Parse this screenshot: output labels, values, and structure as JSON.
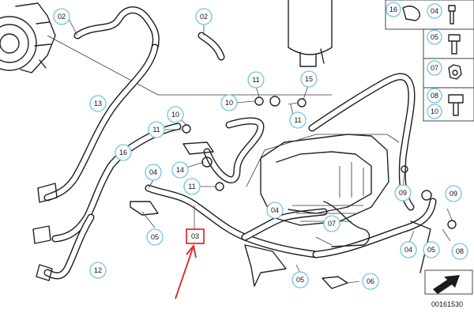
{
  "callouts": {
    "c02a": "02",
    "c02b": "02",
    "c11a": "11",
    "c15": "15",
    "c13": "13",
    "c10a": "10",
    "c10b": "10",
    "c11b": "11",
    "c11c": "11",
    "c16": "16",
    "c04a": "04",
    "c14": "14",
    "c11d": "11",
    "c04b": "04",
    "c07": "07",
    "c09a": "09",
    "c09b": "09",
    "c05a": "05",
    "c12": "12",
    "c05b": "05",
    "c06": "06",
    "c04c": "04",
    "c05c": "05",
    "c08": "08"
  },
  "highlight_label": "03",
  "legend": {
    "r1": [
      "16",
      "04"
    ],
    "r2": "05",
    "r3": "07",
    "r4": [
      "08",
      "10"
    ]
  },
  "reference_number": "00161530",
  "colors": {
    "callout_ring": "#6ec3e8",
    "highlight": "#e01b1b"
  }
}
